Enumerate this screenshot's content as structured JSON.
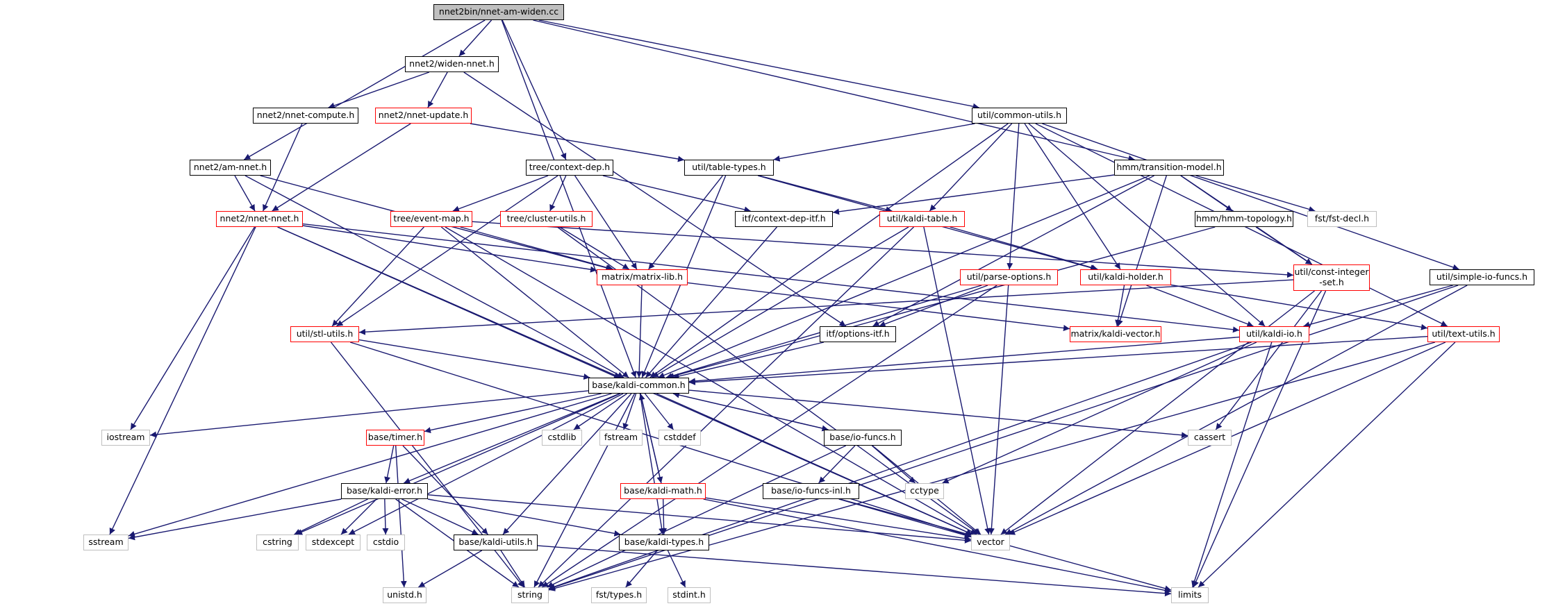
{
  "diagram": {
    "edge_color": "#191970",
    "nodes": [
      {
        "id": "nnet-am-widen-cc",
        "label": "nnet2bin/nnet-am-widen.cc",
        "kind": "root"
      },
      {
        "id": "widen-nnet-h",
        "label": "nnet2/widen-nnet.h",
        "kind": "doc"
      },
      {
        "id": "nnet-compute-h",
        "label": "nnet2/nnet-compute.h",
        "kind": "doc"
      },
      {
        "id": "nnet-update-h",
        "label": "nnet2/nnet-update.h",
        "kind": "doc-red"
      },
      {
        "id": "common-utils-h",
        "label": "util/common-utils.h",
        "kind": "doc"
      },
      {
        "id": "am-nnet-h",
        "label": "nnet2/am-nnet.h",
        "kind": "doc"
      },
      {
        "id": "context-dep-h",
        "label": "tree/context-dep.h",
        "kind": "doc"
      },
      {
        "id": "table-types-h",
        "label": "util/table-types.h",
        "kind": "doc"
      },
      {
        "id": "transition-model-h",
        "label": "hmm/transition-model.h",
        "kind": "doc"
      },
      {
        "id": "nnet-nnet-h",
        "label": "nnet2/nnet-nnet.h",
        "kind": "doc-red"
      },
      {
        "id": "event-map-h",
        "label": "tree/event-map.h",
        "kind": "doc-red"
      },
      {
        "id": "cluster-utils-h",
        "label": "tree/cluster-utils.h",
        "kind": "doc-red"
      },
      {
        "id": "context-dep-itf-h",
        "label": "itf/context-dep-itf.h",
        "kind": "doc"
      },
      {
        "id": "kaldi-table-h",
        "label": "util/kaldi-table.h",
        "kind": "doc-red"
      },
      {
        "id": "hmm-topology-h",
        "label": "hmm/hmm-topology.h",
        "kind": "doc"
      },
      {
        "id": "fst-decl-h",
        "label": "fst/fst-decl.h",
        "kind": "sys"
      },
      {
        "id": "matrix-lib-h",
        "label": "matrix/matrix-lib.h",
        "kind": "doc-red"
      },
      {
        "id": "parse-options-h",
        "label": "util/parse-options.h",
        "kind": "doc-red"
      },
      {
        "id": "kaldi-holder-h",
        "label": "util/kaldi-holder.h",
        "kind": "doc-red"
      },
      {
        "id": "const-integer-set-h",
        "label": "util/const-integer -set.h",
        "kind": "doc-red-tall"
      },
      {
        "id": "simple-io-funcs-h",
        "label": "util/simple-io-funcs.h",
        "kind": "doc"
      },
      {
        "id": "stl-utils-h",
        "label": "util/stl-utils.h",
        "kind": "doc-red"
      },
      {
        "id": "options-itf-h",
        "label": "itf/options-itf.h",
        "kind": "doc"
      },
      {
        "id": "kaldi-vector-h",
        "label": "matrix/kaldi-vector.h",
        "kind": "doc-red"
      },
      {
        "id": "kaldi-io-h",
        "label": "util/kaldi-io.h",
        "kind": "doc-red"
      },
      {
        "id": "text-utils-h",
        "label": "util/text-utils.h",
        "kind": "doc-red"
      },
      {
        "id": "kaldi-common-h",
        "label": "base/kaldi-common.h",
        "kind": "doc"
      },
      {
        "id": "iostream",
        "label": "iostream",
        "kind": "sys"
      },
      {
        "id": "timer-h",
        "label": "base/timer.h",
        "kind": "doc-red"
      },
      {
        "id": "cstdlib",
        "label": "cstdlib",
        "kind": "sys"
      },
      {
        "id": "fstream",
        "label": "fstream",
        "kind": "sys"
      },
      {
        "id": "cstddef",
        "label": "cstddef",
        "kind": "sys"
      },
      {
        "id": "io-funcs-h",
        "label": "base/io-funcs.h",
        "kind": "doc"
      },
      {
        "id": "cassert",
        "label": "cassert",
        "kind": "sys"
      },
      {
        "id": "kaldi-error-h",
        "label": "base/kaldi-error.h",
        "kind": "doc"
      },
      {
        "id": "kaldi-math-h",
        "label": "base/kaldi-math.h",
        "kind": "doc-red"
      },
      {
        "id": "io-funcs-inl-h",
        "label": "base/io-funcs-inl.h",
        "kind": "doc"
      },
      {
        "id": "cctype",
        "label": "cctype",
        "kind": "sys"
      },
      {
        "id": "sstream",
        "label": "sstream",
        "kind": "sys"
      },
      {
        "id": "cstring",
        "label": "cstring",
        "kind": "sys"
      },
      {
        "id": "stdexcept",
        "label": "stdexcept",
        "kind": "sys"
      },
      {
        "id": "cstdio",
        "label": "cstdio",
        "kind": "sys"
      },
      {
        "id": "kaldi-utils-h",
        "label": "base/kaldi-utils.h",
        "kind": "doc"
      },
      {
        "id": "kaldi-types-h",
        "label": "base/kaldi-types.h",
        "kind": "doc"
      },
      {
        "id": "vector",
        "label": "vector",
        "kind": "sys"
      },
      {
        "id": "unistd-h",
        "label": "unistd.h",
        "kind": "sys"
      },
      {
        "id": "string",
        "label": "string",
        "kind": "sys"
      },
      {
        "id": "fst-types-h",
        "label": "fst/types.h",
        "kind": "sys"
      },
      {
        "id": "stdint-h",
        "label": "stdint.h",
        "kind": "sys"
      },
      {
        "id": "limits",
        "label": "limits",
        "kind": "sys"
      }
    ]
  }
}
